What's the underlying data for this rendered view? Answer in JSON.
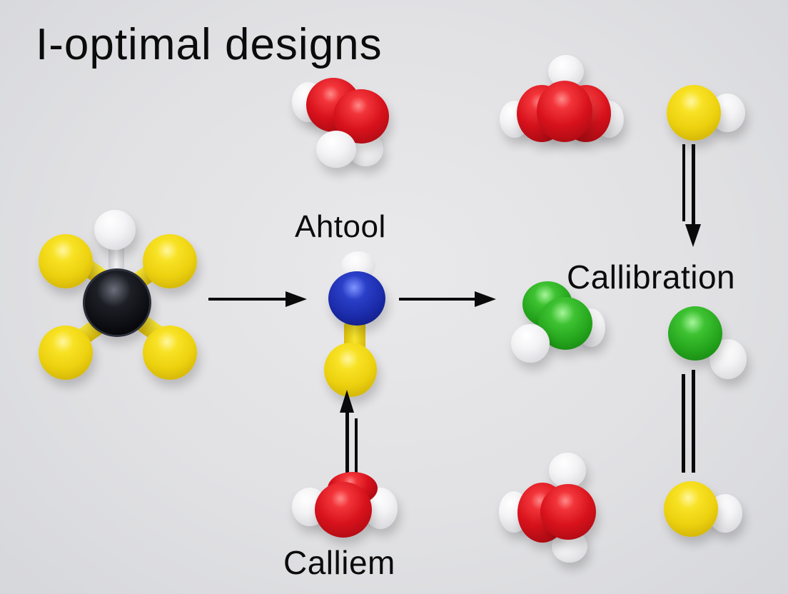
{
  "title": "I-optimal  designs",
  "labels": {
    "center_top": "Ahtool",
    "right": "Callibration",
    "bottom": "Calliem"
  },
  "molecules": [
    {
      "id": "tetrahedral-left",
      "atoms": [
        "black",
        "white",
        "yellow",
        "yellow",
        "yellow",
        "yellow"
      ]
    },
    {
      "id": "water-top-center",
      "atoms": [
        "red",
        "red",
        "white",
        "white",
        "white"
      ]
    },
    {
      "id": "linear-center",
      "atoms": [
        "white",
        "blue",
        "yellow"
      ]
    },
    {
      "id": "red-cluster-top-right",
      "atoms": [
        "red",
        "red",
        "red",
        "white",
        "white",
        "white"
      ]
    },
    {
      "id": "yellow-pair-top-right",
      "atoms": [
        "yellow",
        "white"
      ]
    },
    {
      "id": "green-pair-middle-right",
      "atoms": [
        "green",
        "green",
        "white",
        "white"
      ]
    },
    {
      "id": "green-single-right",
      "atoms": [
        "green",
        "white"
      ]
    },
    {
      "id": "water-bottom-center",
      "atoms": [
        "red",
        "red",
        "white",
        "white"
      ]
    },
    {
      "id": "red-cluster-bottom-right",
      "atoms": [
        "red",
        "red",
        "white",
        "white",
        "white"
      ]
    },
    {
      "id": "yellow-pair-bottom-right",
      "atoms": [
        "yellow",
        "white"
      ]
    }
  ],
  "arrows": [
    {
      "id": "arrow-left-to-center",
      "direction": "right"
    },
    {
      "id": "arrow-center-to-right",
      "direction": "right"
    },
    {
      "id": "arrow-top-right-down",
      "direction": "down",
      "style": "double"
    },
    {
      "id": "arrow-bottom-up",
      "direction": "up",
      "style": "double"
    },
    {
      "id": "lines-right-vertical",
      "direction": "none",
      "style": "double"
    }
  ],
  "colors": {
    "background": "#e3e3e6",
    "text": "#0b0b0b",
    "red": "#d8121c",
    "yellow": "#ecd10f",
    "blue": "#1a2aa8",
    "green": "#24a41c",
    "white": "#f3f3f5",
    "black": "#0a0b0f"
  }
}
